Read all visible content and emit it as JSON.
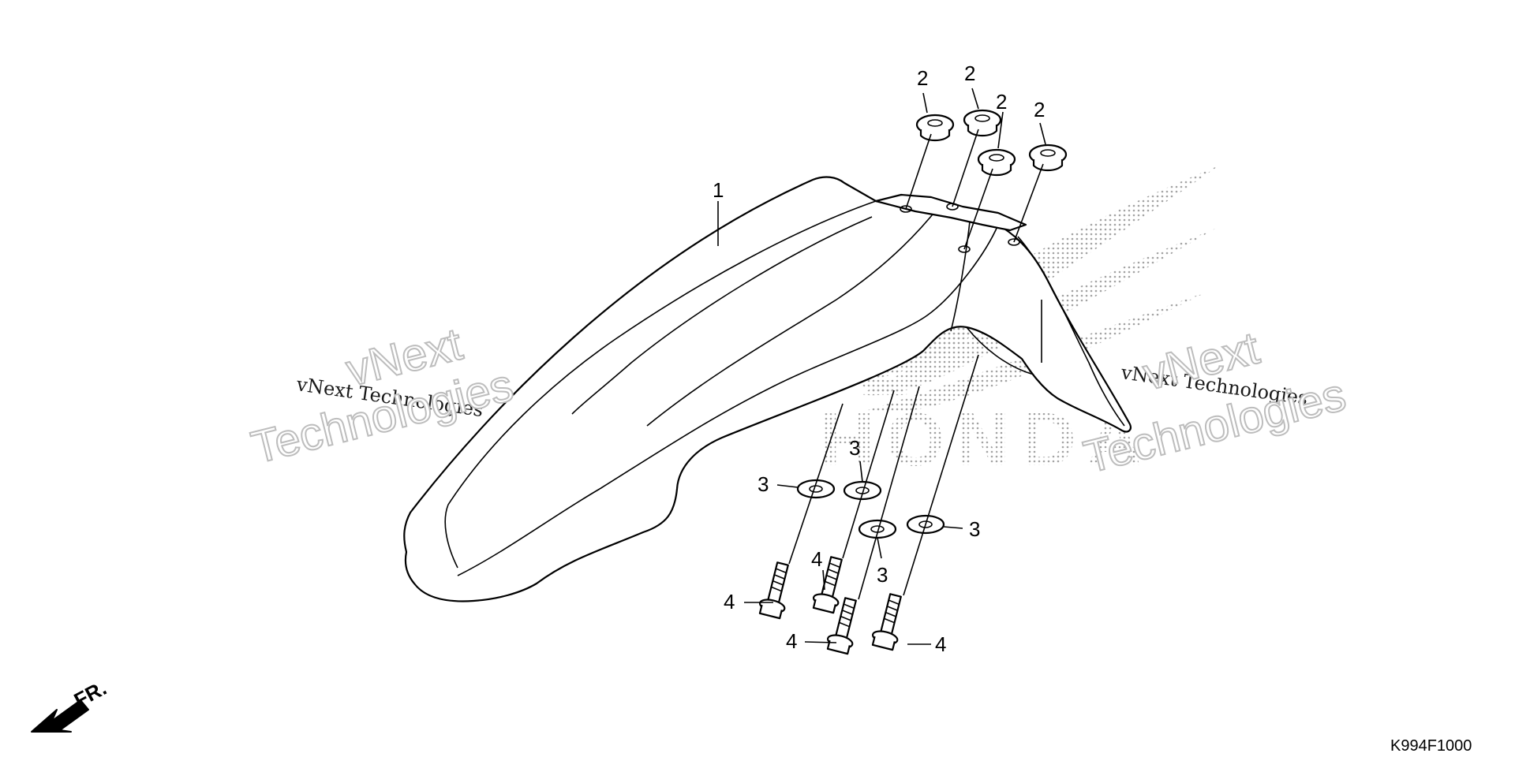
{
  "callouts": {
    "fender": "1",
    "grommet_a": "2",
    "grommet_b": "2",
    "grommet_c": "2",
    "grommet_d": "2",
    "washer_a": "3",
    "washer_b": "3",
    "washer_c": "3",
    "washer_d": "3",
    "bolt_a": "4",
    "bolt_b": "4",
    "bolt_c": "4",
    "bolt_d": "4"
  },
  "watermark": {
    "brand": "vNext",
    "brand_word2": "Technologies",
    "full": "vNext Technologies",
    "logo_text": "HONDA"
  },
  "direction_label": "FR.",
  "diagram_code": "K994F1000"
}
